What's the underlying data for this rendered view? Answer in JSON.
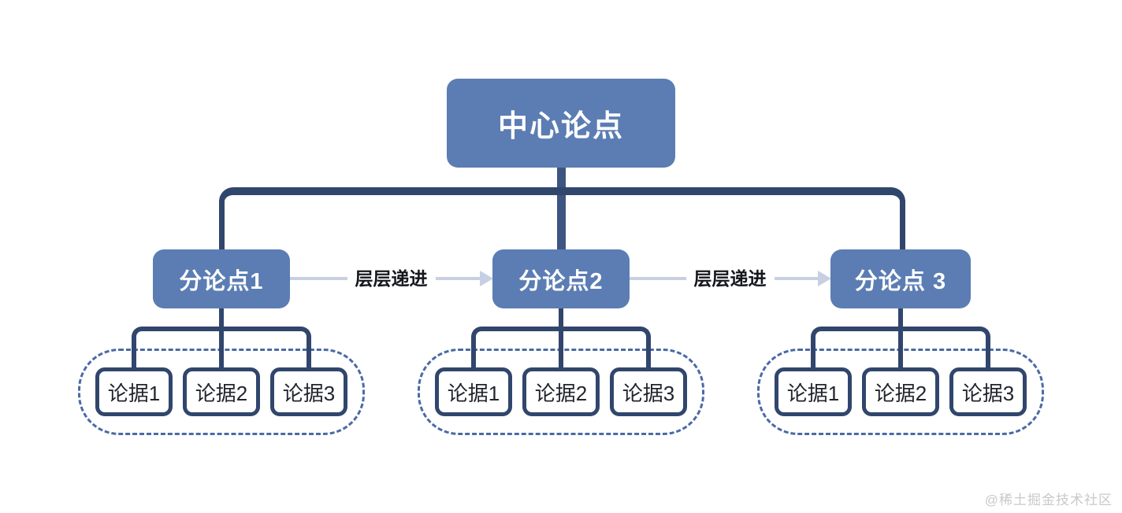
{
  "diagram": {
    "root": {
      "label": "中心论点"
    },
    "branches": [
      {
        "label": "分论点1",
        "evidences": [
          "论据1",
          "论据2",
          "论据3"
        ]
      },
      {
        "label": "分论点2",
        "evidences": [
          "论据1",
          "论据2",
          "论据3"
        ]
      },
      {
        "label": "分论点 3",
        "evidences": [
          "论据1",
          "论据2",
          "论据3"
        ]
      }
    ],
    "arrows": [
      {
        "label": "层层递进"
      },
      {
        "label": "层层递进"
      }
    ],
    "colors": {
      "node_fill": "#5b7db3",
      "node_text": "#ffffff",
      "connector_dark": "#31466c",
      "connector_stem": "#3f5581",
      "arrow_line": "#c7d0e2",
      "arrow_label_text": "#15171d",
      "evidence_border": "#31466c",
      "evidence_text": "#23252d",
      "evidence_fill": "#ffffff",
      "cluster_dash": "#4a6aa5",
      "page_bg": "#ffffff"
    }
  },
  "watermark": {
    "text": "@稀土掘金技术社区",
    "color": "#c9c9c9"
  }
}
